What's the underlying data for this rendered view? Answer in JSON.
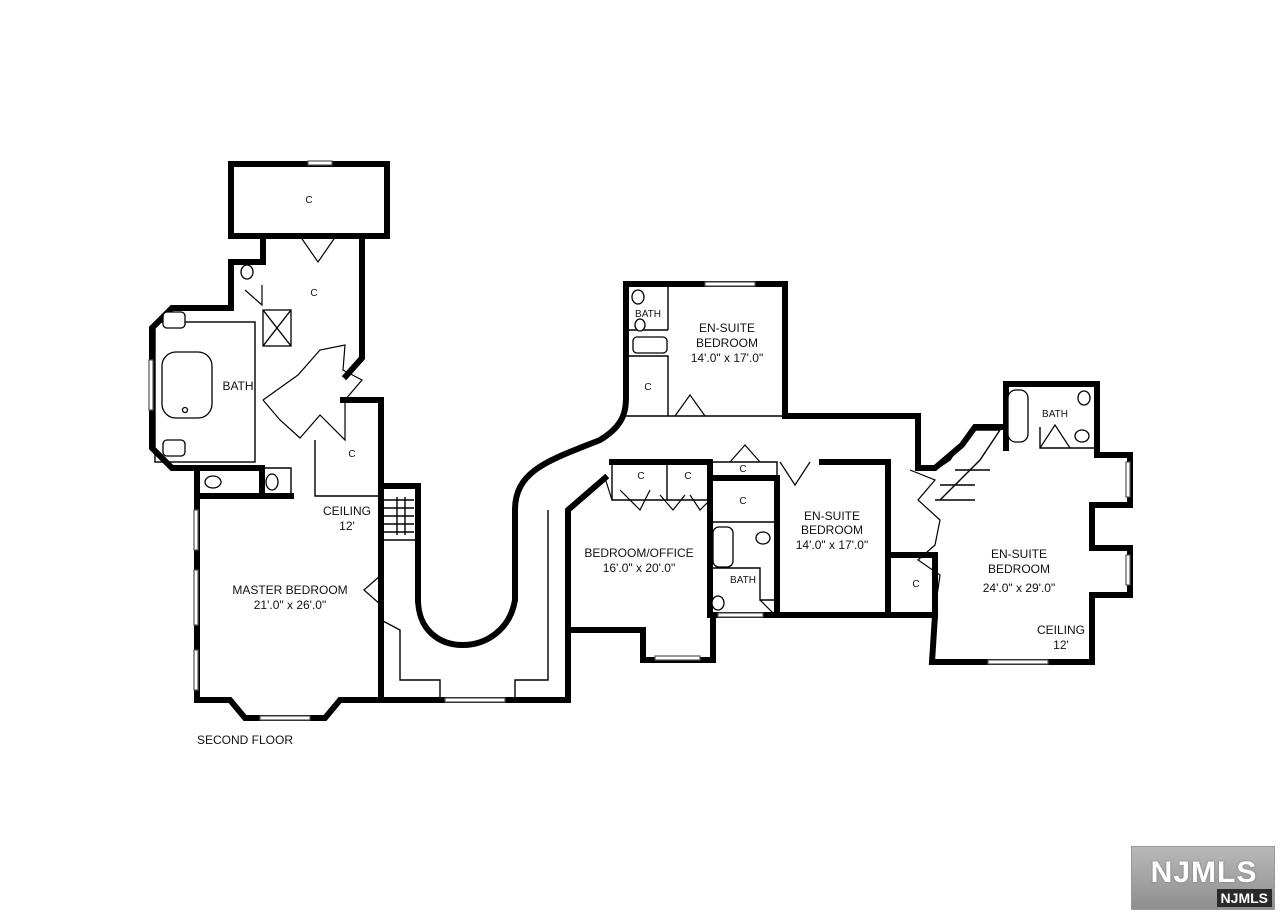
{
  "floor_label": "SECOND FLOOR",
  "rooms": {
    "closet_top": "C",
    "closet_upper": "C",
    "master_bath": "BATH",
    "closet_master": "C",
    "ceiling_master_title": "CEILING",
    "ceiling_master_value": "12'",
    "master_bedroom_name": "MASTER BEDROOM",
    "master_bedroom_size": "21'.0\" x 26'.0\"",
    "bath_suite1": "BATH",
    "closet_suite1": "C",
    "suite1_line1": "EN-SUITE",
    "suite1_line2": "BEDROOM",
    "suite1_size": "14'.0\" x 17'.0\"",
    "closet_office_1": "C",
    "closet_office_2": "C",
    "closet_hall_top": "C",
    "closet_hall_mid": "C",
    "office_name": "BEDROOM/OFFICE",
    "office_size": "16'.0\" x 20'.0\"",
    "bath_suite2": "BATH",
    "suite2_line1": "EN-SUITE",
    "suite2_line2": "BEDROOM",
    "suite2_size": "14'.0\" x 17'.0\"",
    "closet_suite3": "C",
    "bath_suite3": "BATH",
    "suite3_line1": "EN-SUITE",
    "suite3_line2": "BEDROOM",
    "suite3_size": "24'.0\" x 29'.0\"",
    "ceiling_suite3_title": "CEILING",
    "ceiling_suite3_value": "12'"
  },
  "logo": {
    "big": "NJMLS",
    "small": "NJMLS"
  }
}
